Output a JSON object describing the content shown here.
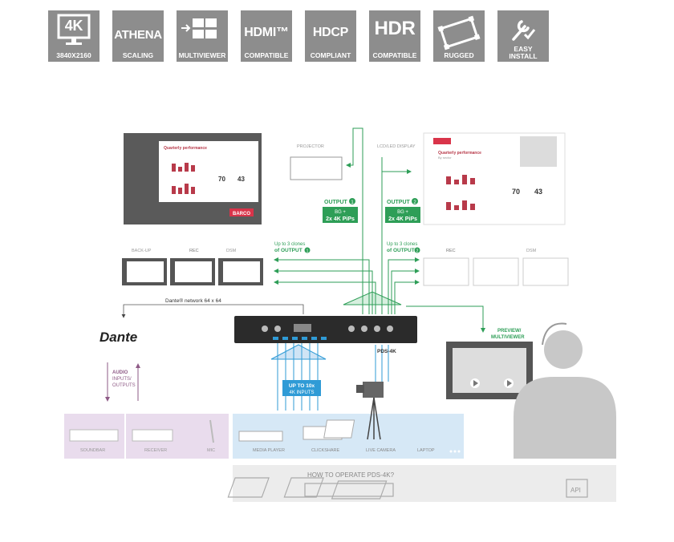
{
  "badges": [
    {
      "big": "4K",
      "cap": "3840X2160",
      "icon": "4k-monitor-icon"
    },
    {
      "big": "ATHENA",
      "cap": "SCALING",
      "icon": ""
    },
    {
      "big": "",
      "cap": "MULTIVIEWER",
      "icon": "multiviewer-icon"
    },
    {
      "big": "HDMI™",
      "cap": "COMPATIBLE",
      "icon": ""
    },
    {
      "big": "HDCP",
      "cap": "COMPLIANT",
      "icon": ""
    },
    {
      "big": "HDR",
      "cap": "COMPATIBLE",
      "icon": ""
    },
    {
      "big": "",
      "cap": "RUGGED",
      "icon": "rugged-case-icon"
    },
    {
      "big": "",
      "cap": "EASY\nINSTALL",
      "icon": "wrench-check-icon"
    }
  ],
  "diagram": {
    "projector_label": "PROJECTOR",
    "lcd_label": "LCD/LED DISPLAY",
    "slide_title": "Quarterly performance",
    "slide_sub": "By sector",
    "stat1": "70",
    "stat1_unit": "%",
    "stat2": "43",
    "stat2_unit": "%",
    "brand": "BARCO",
    "output1": {
      "title": "OUTPUT",
      "num": "1",
      "line1": "BG +",
      "line2": "2x 4K PiPs"
    },
    "output2": {
      "title": "OUTPUT",
      "num": "2",
      "line1": "BG +",
      "line2": "2x 4K PiPs"
    },
    "clones1": {
      "line1": "Up to 3 clones",
      "line2": "of OUTPUT",
      "num": "1"
    },
    "clones2": {
      "line1": "Up to 3 clones",
      "line2": "of OUTPUT",
      "num": "2"
    },
    "left_clones": [
      "BACK-UP",
      "REC",
      "DSM"
    ],
    "right_clones": [
      "REC",
      "",
      "DSM"
    ],
    "dante_network": "Dante® network   64 x 64",
    "dante_logo": "Dante",
    "device": "PDS-4K",
    "preview": {
      "line1": "PREVIEW/",
      "line2": "MULTIVIEWER"
    },
    "audio": {
      "line1": "AUDIO",
      "line2": "INPUTS/",
      "line3": "OUTPUTS"
    },
    "inputs": {
      "line1": "UP TO 10x",
      "line2": "4K INPUTS"
    },
    "audio_devices": [
      "SOUNDBAR",
      "RECEIVER",
      "MIC"
    ],
    "sources": [
      "MEDIA PLAYER",
      "CLICKSHARE",
      "LIVE CAMERA",
      "LAPTOP"
    ],
    "operate": "HOW TO OPERATE PDS-4K?",
    "api": "API"
  },
  "colors": {
    "green": "#2e9e57",
    "blue": "#2f9bd6",
    "purple": "#8e5a86",
    "red": "#b83a4a",
    "grey": "#8d8d8d"
  }
}
